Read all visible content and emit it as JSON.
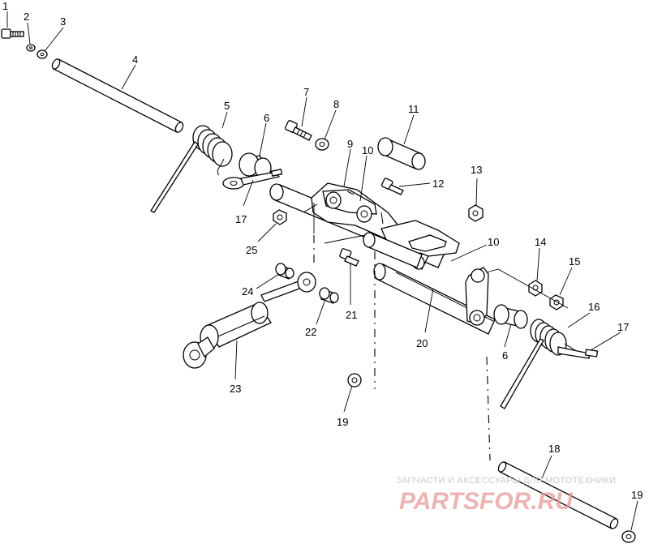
{
  "callouts": {
    "c1": "1",
    "c2": "2",
    "c3": "3",
    "c4": "4",
    "c5": "5",
    "c6a": "6",
    "c6b": "6",
    "c7": "7",
    "c8": "8",
    "c9": "9",
    "c10a": "10",
    "c10b": "10",
    "c11": "11",
    "c12": "12",
    "c13": "13",
    "c14": "14",
    "c15": "15",
    "c16": "16",
    "c17a": "17",
    "c17b": "17",
    "c18": "18",
    "c19a": "19",
    "c19b": "19",
    "c20": "20",
    "c21": "21",
    "c22": "22",
    "c23": "23",
    "c24": "24",
    "c25": "25"
  },
  "watermark": {
    "tagline": "ЗАПЧАСТИ И АКСЕССУАРЫ ДЛЯ МОТОТЕХНИКИ",
    "logo": "PARTSFOR.RU"
  }
}
